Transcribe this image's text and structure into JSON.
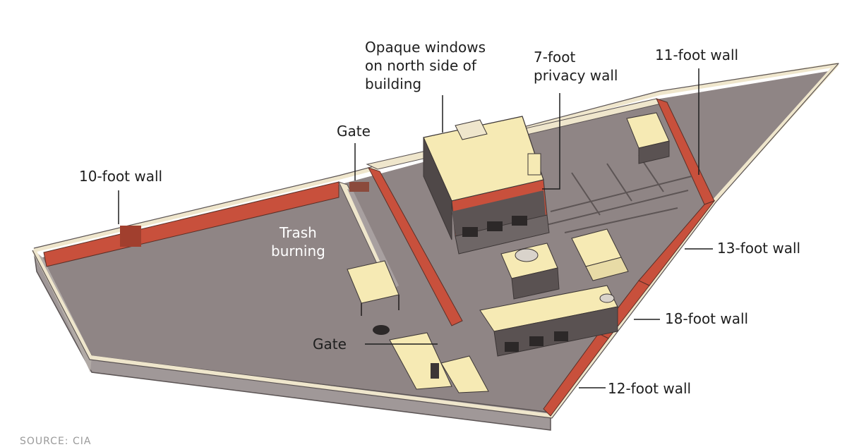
{
  "labels": {
    "opaque_windows": "Opaque windows\non north side of\nbuilding",
    "privacy_wall": "7-foot\nprivacy wall",
    "wall_11": "11-foot wall",
    "gate_top": "Gate",
    "wall_10": "10-foot wall",
    "trash_burning": "Trash\nburning",
    "wall_13": "13-foot wall",
    "wall_18": "18-foot wall",
    "gate_bottom": "Gate",
    "wall_12": "12-foot wall"
  },
  "source": "SOURCE: CIA",
  "colors": {
    "wall_red": "#c8503c",
    "wall_top": "#efe6cc",
    "ground": "#8f8585",
    "building_roof": "#f6eab4",
    "building_side": "#5a5252",
    "wall_outer": "#9c9494"
  }
}
